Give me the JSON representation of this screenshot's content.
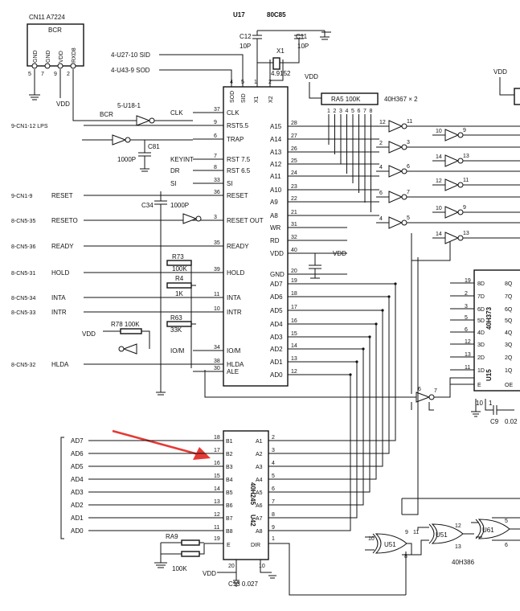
{
  "connectors": {
    "cn11": {
      "title": "CN11 A7224",
      "name": "BCR",
      "pins": [
        "GND",
        "GND",
        "VDD",
        "RXD8"
      ],
      "pin_nums": [
        "5",
        "7",
        "9",
        "2"
      ],
      "vdd": "VDD"
    }
  },
  "chips": {
    "u17": {
      "ref": "U17",
      "part": "80C85"
    },
    "u15": {
      "ref": "U15",
      "part": "40H373"
    },
    "u42": {
      "ref": "U42",
      "part": "40H245"
    },
    "ra5": {
      "label": "RA5 100K",
      "pins": [
        "1",
        "2",
        "3",
        "4",
        "5",
        "6",
        "7",
        "8"
      ]
    },
    "buf": {
      "part": "40H367 × 2"
    },
    "xor": {
      "part": "40H386"
    }
  },
  "crystal": {
    "c12": "C12",
    "c12v": "10P",
    "c11": "C11",
    "c11v": "10P",
    "x1": "X1",
    "freq": "4.9152"
  },
  "signals_top": [
    {
      "label": "4-U27-10 SID"
    },
    {
      "label": "4-U43-9 SOD"
    }
  ],
  "cpu_left": [
    {
      "ext": "",
      "name": "CLK",
      "num": "37",
      "pin": "CLK"
    },
    {
      "ext": "9-CN1-12 LPS",
      "name": "",
      "num": "9",
      "pin": "RST5.5"
    },
    {
      "ext": "",
      "name": "",
      "num": "6",
      "pin": "TRAP"
    },
    {
      "ext": "",
      "name": "KEYINT",
      "num": "7",
      "pin": "RST 7.5"
    },
    {
      "ext": "",
      "name": "DR",
      "num": "8",
      "pin": "RST 6.5"
    },
    {
      "ext": "",
      "name": "SI",
      "num": "33",
      "pin": "SI"
    },
    {
      "ext": "9-CN1-9",
      "name": "RESET",
      "num": "36",
      "pin": "RESET"
    },
    {
      "ext": "8-CN5-35",
      "name": "RESETO",
      "num": "3",
      "pin": "RESET OUT"
    },
    {
      "ext": "8-CN5-36",
      "name": "READY",
      "num": "35",
      "pin": "READY"
    },
    {
      "ext": "8-CN5-31",
      "name": "HOLD",
      "num": "39",
      "pin": "HOLD"
    },
    {
      "ext": "8-CN5-34",
      "name": "INTA",
      "num": "11",
      "pin": "INTA"
    },
    {
      "ext": "8-CN5-33",
      "name": "INTR",
      "num": "10",
      "pin": "INTR"
    },
    {
      "ext": "",
      "name": "IO/M",
      "num": "34",
      "pin": "IO/M"
    },
    {
      "ext": "8-CN5-32",
      "name": "HLDA",
      "num": "38",
      "pin": "HLDA"
    },
    {
      "ext": "",
      "name": "",
      "num": "30",
      "pin": "ALE"
    }
  ],
  "cpu_right": [
    {
      "pin": "A15",
      "num": "28"
    },
    {
      "pin": "A14",
      "num": "27"
    },
    {
      "pin": "A13",
      "num": "26"
    },
    {
      "pin": "A12",
      "num": "25"
    },
    {
      "pin": "A11",
      "num": "24"
    },
    {
      "pin": "A10",
      "num": "23"
    },
    {
      "pin": "A9",
      "num": "22"
    },
    {
      "pin": "A8",
      "num": "21"
    },
    {
      "pin": "WR",
      "num": "31"
    },
    {
      "pin": "RD",
      "num": "32"
    },
    {
      "pin": "VDD",
      "num": "40"
    },
    {
      "pin": "GND",
      "num": "20"
    },
    {
      "pin": "AD7",
      "num": "19"
    },
    {
      "pin": "AD6",
      "num": "18"
    },
    {
      "pin": "AD5",
      "num": "17"
    },
    {
      "pin": "AD4",
      "num": "16"
    },
    {
      "pin": "AD3",
      "num": "15"
    },
    {
      "pin": "AD2",
      "num": "14"
    },
    {
      "pin": "AD1",
      "num": "13"
    },
    {
      "pin": "AD0",
      "num": "12"
    }
  ],
  "cpu_top_pins": [
    "4",
    "5",
    "1",
    "2"
  ],
  "cpu_top_names": [
    "SOD",
    "SID",
    "X1",
    "X2"
  ],
  "components": {
    "c81": "C81",
    "c81v": "1000P",
    "c34": "C34",
    "c34v": "1000P",
    "r73": "R73",
    "r73v": "100K",
    "r4": "R4",
    "r4v": "1K",
    "r63": "R63",
    "r63v": "33K",
    "r78": "R78 100K",
    "c9": "C9",
    "c9v": "0.02",
    "ra9": "RA9",
    "ra9v": "100K",
    "c13": "C13 0.027",
    "bcr": "BCR",
    "u18": "5-U18-1",
    "vdd": "VDD",
    "gnd": "GND"
  },
  "u15_pins_left": [
    {
      "num": "19",
      "pin": "8D"
    },
    {
      "num": "2",
      "pin": "7D"
    },
    {
      "num": "3",
      "pin": "6D"
    },
    {
      "num": "5",
      "pin": "5D"
    },
    {
      "num": "6",
      "pin": "4D"
    },
    {
      "num": "12",
      "pin": "3D"
    },
    {
      "num": "13",
      "pin": "2D"
    },
    {
      "num": "11",
      "pin": "1D"
    },
    {
      "num": "",
      "pin": "E"
    }
  ],
  "u15_pins_right": [
    "8Q",
    "7Q",
    "6Q",
    "5Q",
    "4Q",
    "3Q",
    "2Q",
    "1Q",
    "OE"
  ],
  "u42_left": [
    {
      "bus": "AD7",
      "num": "18",
      "pin": "B1"
    },
    {
      "bus": "AD6",
      "num": "17",
      "pin": "B2"
    },
    {
      "bus": "AD5",
      "num": "16",
      "pin": "B3"
    },
    {
      "bus": "AD4",
      "num": "15",
      "pin": "B4"
    },
    {
      "bus": "AD3",
      "num": "14",
      "pin": "B5"
    },
    {
      "bus": "AD2",
      "num": "13",
      "pin": "B6"
    },
    {
      "bus": "AD1",
      "num": "12",
      "pin": "B7"
    },
    {
      "bus": "AD0",
      "num": "11",
      "pin": "B8"
    }
  ],
  "u42_right": [
    {
      "num": "2",
      "pin": "A1"
    },
    {
      "num": "3",
      "pin": "A2"
    },
    {
      "num": "4",
      "pin": "A3"
    },
    {
      "num": "5",
      "pin": "A4"
    },
    {
      "num": "6",
      "pin": "A5"
    },
    {
      "num": "7",
      "pin": "A6"
    },
    {
      "num": "8",
      "pin": "A7"
    },
    {
      "num": "9",
      "pin": "A8"
    }
  ],
  "u42_misc": {
    "e": "E",
    "e_num": "19",
    "dir": "DIR",
    "dir_num": "1",
    "vdd_num": "20",
    "gnd_num": "10"
  },
  "gates": {
    "u51": "U51",
    "u61": "U61"
  },
  "annotation": {
    "arrow_color": "#e53935"
  }
}
